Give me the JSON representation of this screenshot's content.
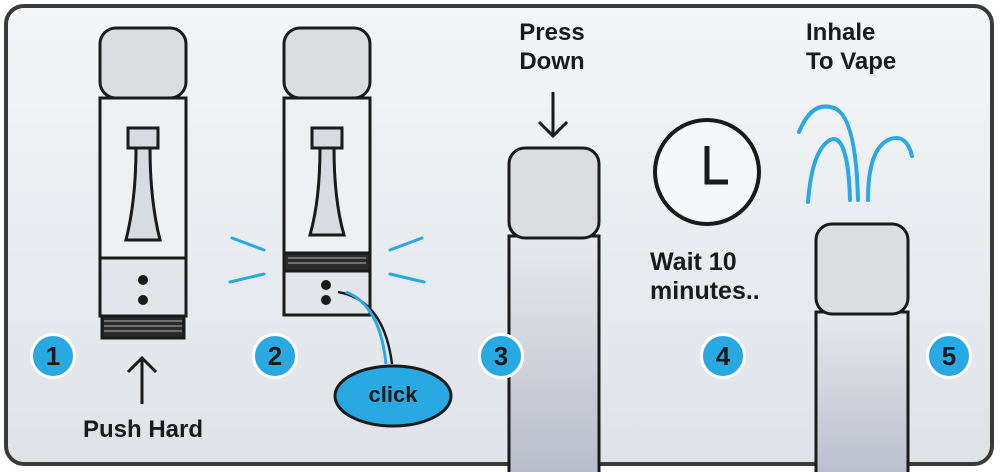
{
  "steps": [
    {
      "number": "1",
      "caption": "Push Hard"
    },
    {
      "number": "2",
      "caption": "click"
    },
    {
      "number": "3",
      "caption_line1": "Press",
      "caption_line2": "Down"
    },
    {
      "number": "4",
      "caption_line1_prefix": "Wait ",
      "caption_line1_bold": "10",
      "caption_line2": "minutes.."
    },
    {
      "number": "5",
      "caption_line1": "Inhale",
      "caption_line2": "To Vape"
    }
  ],
  "colors": {
    "accent": "#29a9e1",
    "outline": "#1a1a1a",
    "panel_border": "#3a3a3a",
    "cap_fill": "#dcdde0",
    "tank_fill": "#c9ccd6",
    "vapor": "#29a9e1"
  },
  "icons": [
    "push-arrow-up-icon",
    "press-arrow-down-icon",
    "clock-icon",
    "vapor-icon",
    "click-spark-icon"
  ]
}
